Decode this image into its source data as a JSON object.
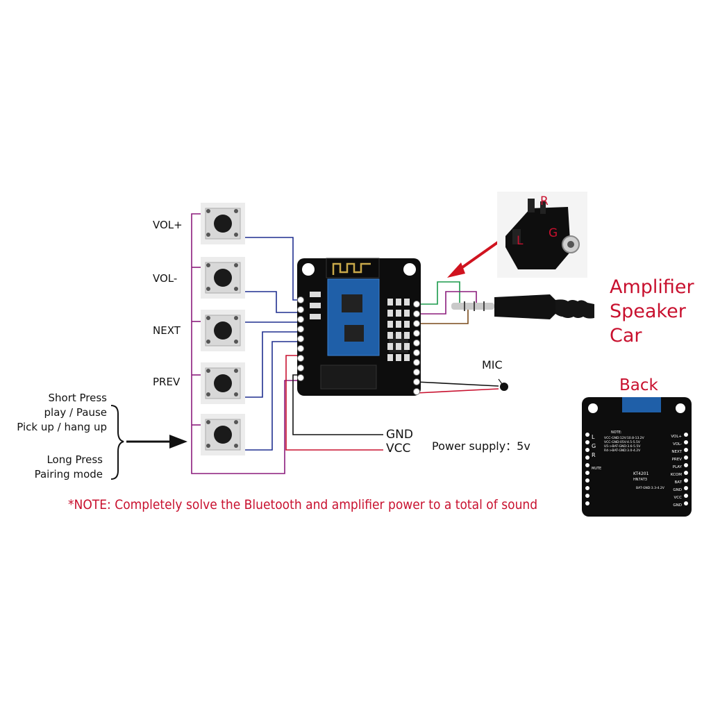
{
  "buttons": [
    {
      "label": "VOL+"
    },
    {
      "label": "VOL-"
    },
    {
      "label": "NEXT"
    },
    {
      "label": "PREV"
    },
    {
      "label": ""
    }
  ],
  "press_info": {
    "short_press": "Short Press",
    "play_pause": "play / Pause",
    "pickup": "Pick up / hang up",
    "long_press": "Long Press",
    "pairing": "Pairing mode"
  },
  "jack": {
    "r": "R",
    "g": "G",
    "l": "L"
  },
  "output": {
    "line1": "Amplifier",
    "line2": "Speaker",
    "line3": "Car"
  },
  "mic_label": "MIC",
  "power": {
    "gnd": "GND",
    "vcc": "VCC",
    "supply": "Power supply：5v"
  },
  "back": {
    "title": "Back",
    "left_pins": [
      "L",
      "G",
      "R"
    ],
    "right_pins": [
      "VOL+",
      "VOL-",
      "NEXT",
      "PREV",
      "PLAY",
      "KCOM",
      "BAT",
      "GND",
      "VCC",
      "GND"
    ],
    "note_title": "NOTE:",
    "note_lines": [
      "VCC-GND:12V:10.8-13.2V",
      "VCC-GND:05V:4.5-5.5V",
      "U5->BAT-GND:3.6-5.5V",
      "R4->BAT-GND:3.0-4.2V"
    ],
    "mute": "MUTE",
    "chip": "KT4201",
    "chip2": "HN7AT3",
    "bat_note": "BAT-GND:3.3-4.2V"
  },
  "note": "*NOTE: Completely solve the Bluetooth and amplifier power to a total of sound",
  "colors": {
    "board": "#0d0d0d",
    "module": "#1f5fa8",
    "wire_purple": "#8b1c7c",
    "wire_blue": "#1f2f8f",
    "wire_red": "#c8102e",
    "note_red": "#c8102e"
  }
}
